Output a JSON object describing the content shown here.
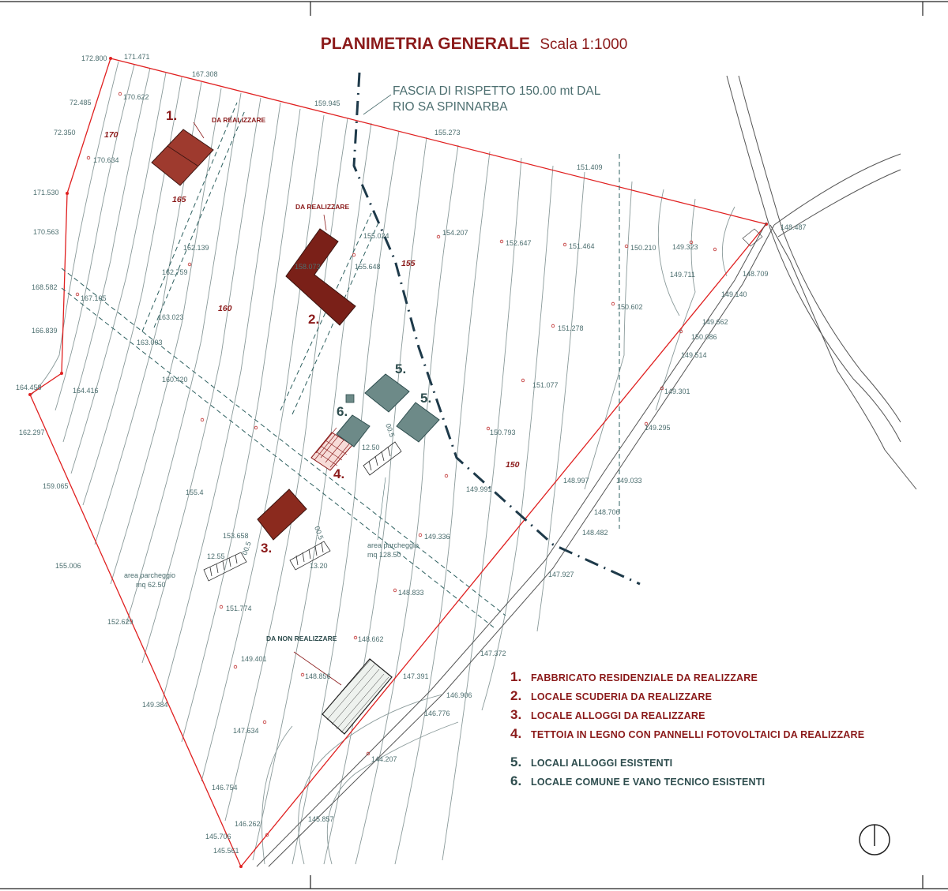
{
  "title": {
    "main": "PLANIMETRIA GENERALE",
    "scale": "Scala 1:1000"
  },
  "fascia": {
    "line1": "FASCIA DI RISPETTO 150.00 mt DAL",
    "line2": "RIO SA SPINNARBA"
  },
  "buildings": {
    "b1": {
      "number": "1.",
      "label": "DA REALIZZARE"
    },
    "b2": {
      "number": "2.",
      "label": "DA REALIZZARE"
    },
    "b3": {
      "number": "3."
    },
    "b4": {
      "number": "4."
    },
    "b5a": {
      "number": "5."
    },
    "b5b": {
      "number": "5."
    },
    "b6": {
      "number": "6."
    },
    "non_realizzare": "DA NON REALIZZARE"
  },
  "contours": {
    "c170": "170",
    "c165": "165",
    "c160": "160",
    "c155": "155",
    "c150": "150"
  },
  "parking": {
    "p1_label": "area parcheggio",
    "p1_area": "mq 62.50",
    "p1_w": "12.55",
    "p1_d": "00.5",
    "p2_label": "area parcheggio",
    "p2_area": "mq 128.50",
    "p2_w": "13.20",
    "p2_d": "00.5",
    "p3_w": "12.50",
    "p3_d": "00.5"
  },
  "elevations": [
    "172.800",
    "171.471",
    "167.308",
    "72.485",
    "170.622",
    "159.945",
    "72.350",
    "170.634",
    "155.273",
    "171.530",
    "151.409",
    "170.563",
    "148.487",
    "155.024",
    "154.207",
    "162.139",
    "152.647",
    "151.464",
    "150.210",
    "149.323",
    "158.073",
    "155.648",
    "162.759",
    "149.711",
    "148.709",
    "168.582",
    "167.105",
    "149.140",
    "150.602",
    "163.023",
    "149.662",
    "151.278",
    "166.839",
    "163.003",
    "150.086",
    "149.514",
    "160.420",
    "151.077",
    "164.458",
    "164.416",
    "149.301",
    "149.295",
    "162.297",
    "150.793",
    "148.997",
    "149.033",
    "159.065",
    "155.4",
    "149.991",
    "148.706",
    "148.482",
    "153.658",
    "149.336",
    "155.006",
    "147.927",
    "148.833",
    "151.774",
    "152.629",
    "148.662",
    "147.372",
    "149.401",
    "148.856",
    "147.391",
    "146.906",
    "149.384",
    "146.776",
    "147.634",
    "144.207",
    "146.754",
    "146.262",
    "145.857",
    "145.706",
    "145.561"
  ],
  "legend": [
    {
      "num": "1.",
      "text": "FABBRICATO RESIDENZIALE DA REALIZZARE",
      "status": "new"
    },
    {
      "num": "2.",
      "text": "LOCALE SCUDERIA DA REALIZZARE",
      "status": "new"
    },
    {
      "num": "3.",
      "text": "LOCALE ALLOGGI DA REALIZZARE",
      "status": "new"
    },
    {
      "num": "4.",
      "text": "TETTOIA IN LEGNO CON PANNELLI FOTOVOLTAICI DA REALIZZARE",
      "status": "new"
    },
    {
      "num": "5.",
      "text": "LOCALI ALLOGGI ESISTENTI",
      "status": "existing"
    },
    {
      "num": "6.",
      "text": "LOCALE COMUNE E VANO TECNICO ESISTENTI",
      "status": "existing"
    }
  ],
  "colors": {
    "new": "#8b1a1a",
    "existing": "#2e4d4e",
    "boundary": "#e02020",
    "contour": "#8a9a9a",
    "fascia_line": "#1e3a4a"
  },
  "icons": {
    "north": "north-arrow-icon"
  }
}
